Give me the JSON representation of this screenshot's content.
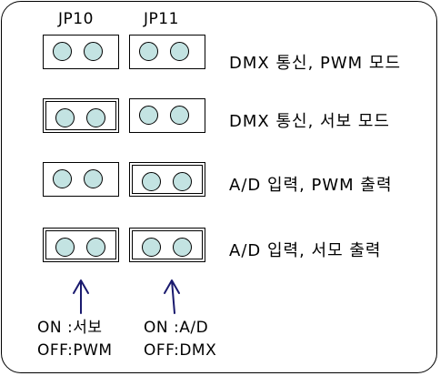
{
  "headers": {
    "jp10": "JP10",
    "jp11": "JP11"
  },
  "rows": [
    {
      "label": "DMX 통신, PWM 모드",
      "jp10_on": false,
      "jp11_on": false
    },
    {
      "label": "DMX 통신, 서보 모드",
      "jp10_on": true,
      "jp11_on": false
    },
    {
      "label": "A/D 입력, PWM 출력",
      "jp10_on": false,
      "jp11_on": true
    },
    {
      "label": "A/D 입력, 서모 출력",
      "jp10_on": true,
      "jp11_on": true
    }
  ],
  "legend": {
    "jp10": {
      "on": "ON :서보",
      "off": "OFF:PWM"
    },
    "jp11": {
      "on": "ON :A/D",
      "off": "OFF:DMX"
    }
  },
  "colors": {
    "pin_fill": "#c3e3e2",
    "arrow": "#1a1a6e"
  }
}
